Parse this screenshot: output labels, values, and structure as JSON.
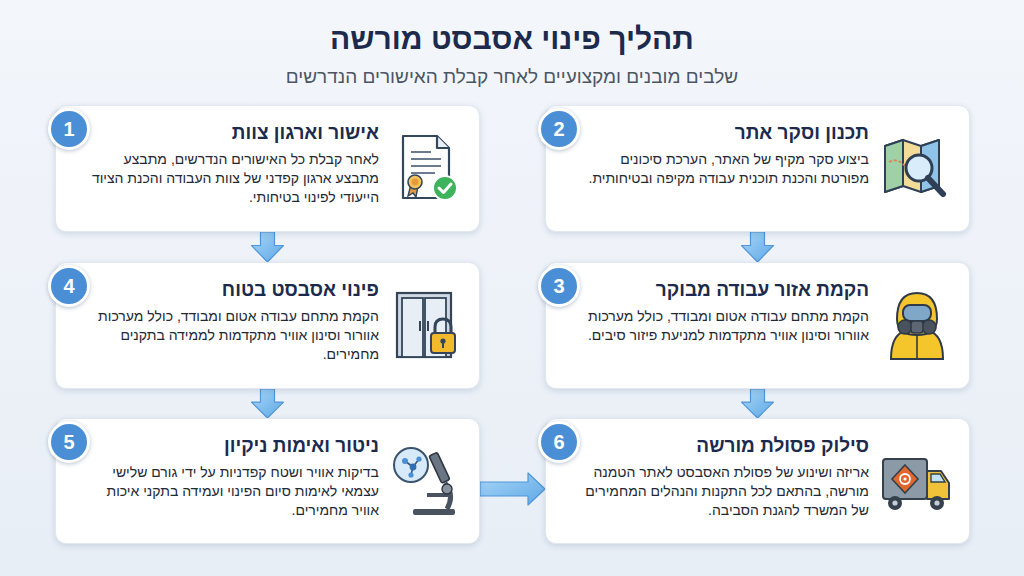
{
  "diagram": {
    "title": "תהליך פינוי אסבסט מורשה",
    "nodes": [
      {
        "text": [
          "אישור וארגון צוות",
          "לאחר קבלת כל האישורים הנדרשים, מתבצע מתבצע ארגון קפדני של צוות העבודה והכנת הציוד הייעודי לפינוי בטיחותי."
        ]
      },
      {
        "text": [
          "1"
        ],
        "in": 0
      },
      {
        "text": [
          "תכנון וסקר אתר",
          "ביצוע סקר מקיף של האתר, הערכת סיכונים מפורטת והכנת תוכנית עבודה מקיפה ובטיחותית."
        ]
      },
      {
        "text": [
          "2"
        ],
        "in": 2
      },
      {
        "text": [
          "הקמת אזור עבודה מבוקר",
          "הקמת מתחם עבודה אטום ומבודד, כולל מערכות אוורור וסינון אוויר מתקדמות למניעת פיזור סיבים."
        ]
      },
      {
        "text": [
          "3"
        ],
        "in": 4
      },
      {
        "text": [
          "פינוי אסבסט בטוח",
          "הקמת מתחם עבודה אטום ומבודד, כולל מערכות אוורור וסינון אוויר מתקדמות לממידה בתקנים מחמירים."
        ]
      },
      {
        "text": [
          "4"
        ],
        "in": 6
      },
      {
        "text": [
          "ניטור ואימות ניקיון",
          "בדיקות אוויר ושטח קפדניות על ידי גורם שלישי עצמאי לאימות סיום הפינוי ועמידה בתקני איכות אוויר מחמירים."
        ]
      },
      {
        "text": [
          "5"
        ],
        "in": 8
      },
      {
        "text": [
          "סילוק פסולת מורשה",
          "אריזה ושינוע של פסולת האסבסט לאתר הטמנה מורשה, בהתאם לכל התקנות והנהלים המחמירים של המשרד להגנת הסביבה."
        ]
      },
      {
        "text": [
          "6"
        ],
        "in": 10
      }
    ],
    "edges": [
      {
        "from": 0,
        "to": 6,
        "arrow": "to"
      },
      {
        "from": 6,
        "to": 8,
        "arrow": "to"
      },
      {
        "from": 2,
        "to": 4,
        "arrow": "to"
      },
      {
        "from": 4,
        "to": 10,
        "arrow": "to"
      },
      {
        "from": 8,
        "to": 10,
        "arrow": "to"
      }
    ],
    "labels": [
      "שלבים מובנים ומקצועיים לאחר קבלת האישורים הנדרשים"
    ]
  }
}
